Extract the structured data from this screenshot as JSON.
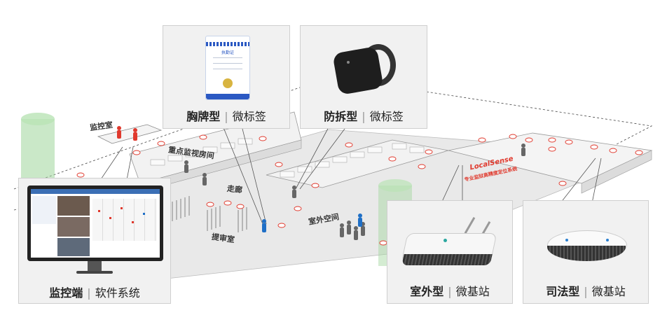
{
  "rooms": {
    "monitor_room": "监控室",
    "key_cells": "重点监视房间",
    "corridor": "走廊",
    "outdoor": "室外空间",
    "interrogation": "提审室"
  },
  "brand": {
    "name": "LocalSense",
    "tagline": "专业监狱高精度定位系统"
  },
  "cards": {
    "badge": {
      "name": "胸牌型",
      "type": "微标签",
      "card_title": "执勤证"
    },
    "tamper": {
      "name": "防拆型",
      "type": "微标签"
    },
    "monitor": {
      "name": "监控端",
      "type": "软件系统"
    },
    "outdoor": {
      "name": "室外型",
      "type": "微基站"
    },
    "judicial": {
      "name": "司法型",
      "type": "微基站"
    }
  },
  "colors": {
    "anchor": "#e0392d",
    "person": "#666666",
    "person_highlight": "#1f6fc6",
    "green_tower": "#9fd59b"
  }
}
